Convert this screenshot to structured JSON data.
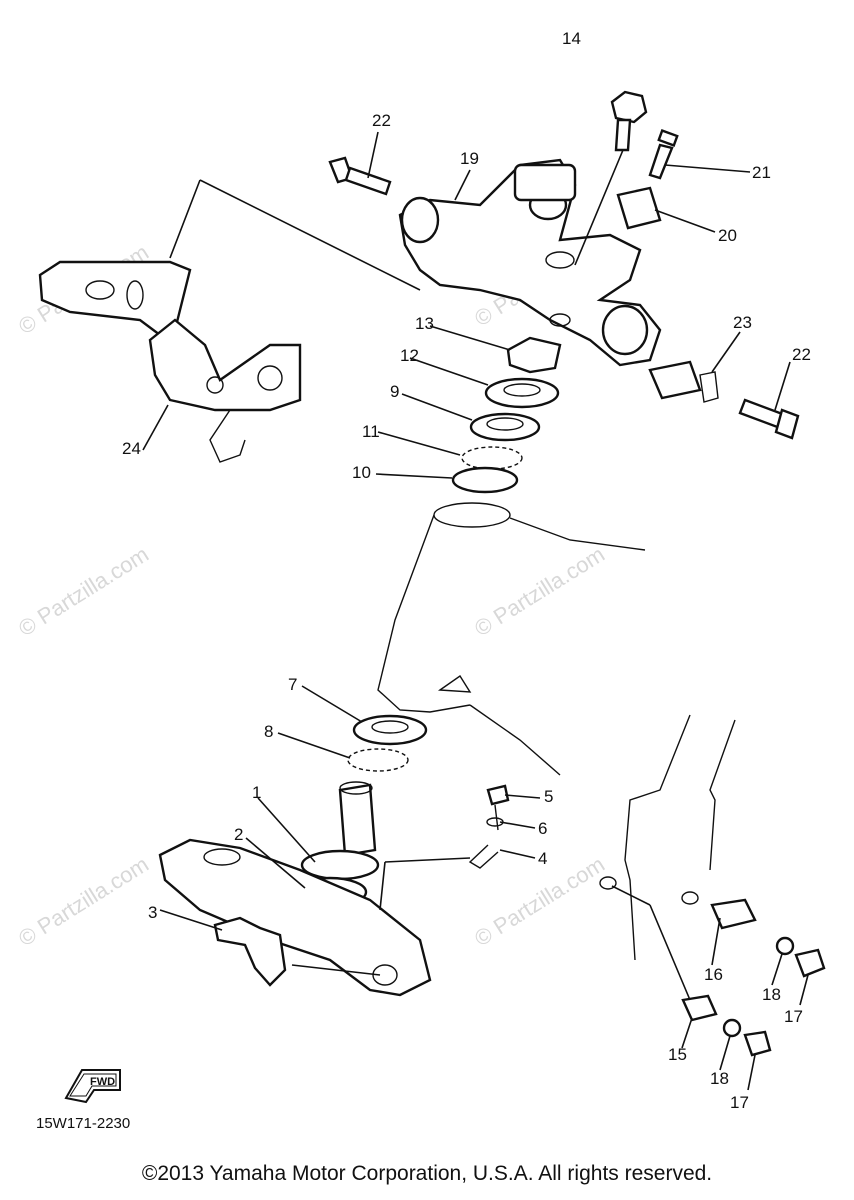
{
  "watermark": "© Partzilla.com",
  "diagram_code": "15W171-2230",
  "fwd_label": "FWD",
  "copyright": "©2013 Yamaha Motor Corporation, U.S.A. All rights reserved.",
  "callouts": [
    "1",
    "2",
    "3",
    "4",
    "5",
    "6",
    "7",
    "8",
    "9",
    "10",
    "11",
    "12",
    "13",
    "14",
    "15",
    "16",
    "17",
    "17",
    "18",
    "18",
    "19",
    "20",
    "21",
    "22",
    "22",
    "23",
    "24"
  ]
}
